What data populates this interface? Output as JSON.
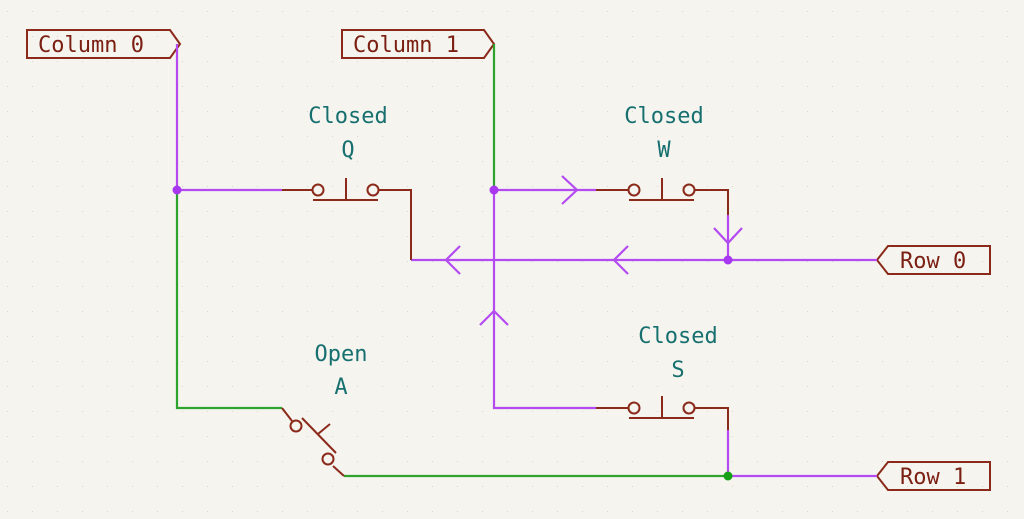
{
  "ports": {
    "column0": "Column 0",
    "column1": "Column 1",
    "row0": "Row 0",
    "row1": "Row 1"
  },
  "switches": {
    "q": {
      "state": "Closed",
      "key": "Q"
    },
    "w": {
      "state": "Closed",
      "key": "W"
    },
    "s": {
      "state": "Closed",
      "key": "S"
    },
    "a": {
      "state": "Open",
      "key": "A"
    }
  },
  "colors": {
    "background": "#f5f4ef",
    "grid_dot": "#cfcac0",
    "active_wire": "#b44bf0",
    "idle_wire": "#2ea32e",
    "component": "#8b2a1a",
    "switch_label": "#17706f"
  }
}
